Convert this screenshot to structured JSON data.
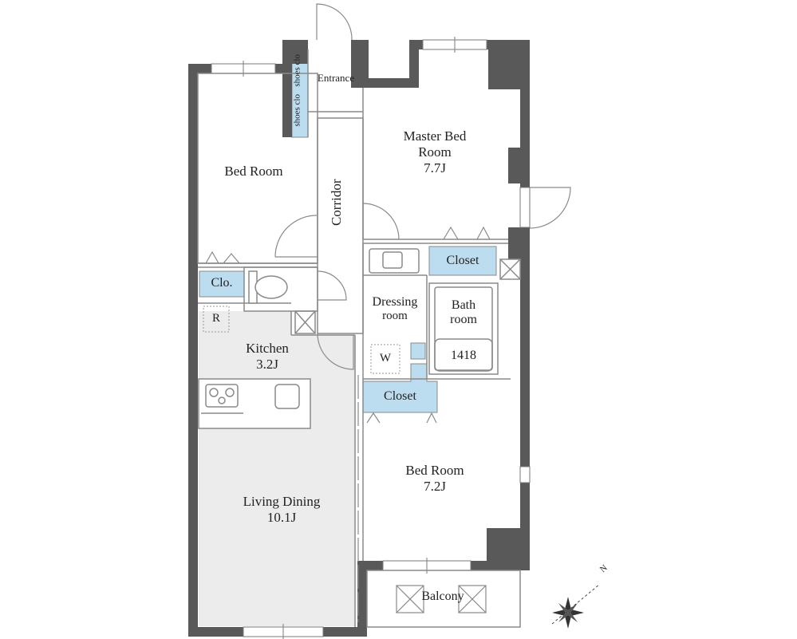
{
  "rooms": {
    "entrance": "Entrance",
    "shoes_closet_1": "shoes clo",
    "shoes_closet_2": "shoes clo",
    "bed_room_1": "Bed Room",
    "master_bed_room": "Master Bed",
    "master_bed_room_2": "Room",
    "master_bed_room_size": "7.7J",
    "corridor": "Corridor",
    "closet_master": "Closet",
    "clo": "Clo.",
    "dressing_room_1": "Dressing",
    "dressing_room_2": "room",
    "bath_room_1": "Bath",
    "bath_room_2": "room",
    "bath_unit": "1418",
    "refrigerator": "R",
    "washer": "W",
    "kitchen": "Kitchen",
    "kitchen_size": "3.2J",
    "closet_bed": "Closet",
    "bed_room_2": "Bed Room",
    "bed_room_2_size": "7.2J",
    "living_dining": "Living Dining",
    "living_dining_size": "10.1J",
    "balcony": "Balcony",
    "north_indicator": "N"
  },
  "colors": {
    "wall": "#595959",
    "outline": "#8a8a8a",
    "closet_fill": "#bcdcf0",
    "living_fill": "#ececec",
    "background": "#ffffff"
  }
}
